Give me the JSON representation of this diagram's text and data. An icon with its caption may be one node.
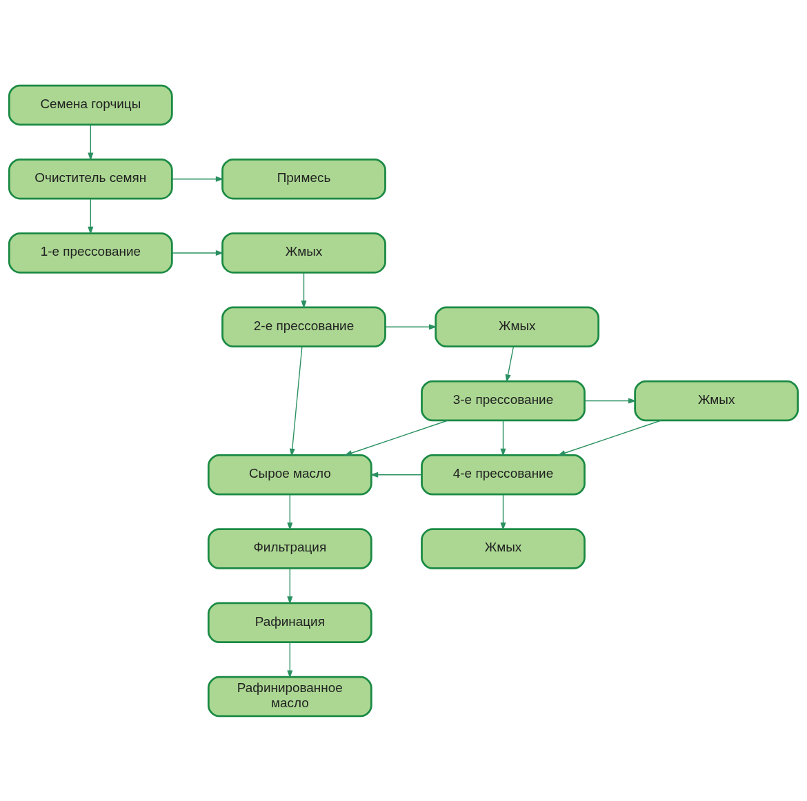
{
  "diagram": {
    "nodes": [
      {
        "text": [
          "Семена горчицы"
        ]
      },
      {
        "text": [
          "Очиститель семян"
        ]
      },
      {
        "text": [
          "Примесь"
        ]
      },
      {
        "text": [
          "1-е прессование"
        ]
      },
      {
        "text": [
          "Жмых"
        ]
      },
      {
        "text": [
          "2-е прессование"
        ]
      },
      {
        "text": [
          "Жмых"
        ]
      },
      {
        "text": [
          "3-е прессование"
        ]
      },
      {
        "text": [
          "Жмых"
        ]
      },
      {
        "text": [
          "Сырое масло"
        ]
      },
      {
        "text": [
          "4-е прессование"
        ]
      },
      {
        "text": [
          "Фильтрация"
        ]
      },
      {
        "text": [
          "Жмых"
        ]
      },
      {
        "text": [
          "Рафинация"
        ]
      },
      {
        "text": [
          "Рафинированное масло"
        ]
      }
    ],
    "edges": [
      {
        "from": 0,
        "to": 1,
        "arrow": "to"
      },
      {
        "from": 1,
        "to": 2,
        "arrow": "to"
      },
      {
        "from": 1,
        "to": 3,
        "arrow": "to"
      },
      {
        "from": 3,
        "to": 4,
        "arrow": "to"
      },
      {
        "from": 4,
        "to": 5,
        "arrow": "to"
      },
      {
        "from": 5,
        "to": 6,
        "arrow": "to"
      },
      {
        "from": 5,
        "to": 9,
        "arrow": "to"
      },
      {
        "from": 6,
        "to": 7,
        "arrow": "to"
      },
      {
        "from": 7,
        "to": 8,
        "arrow": "to"
      },
      {
        "from": 7,
        "to": 9,
        "arrow": "to"
      },
      {
        "from": 7,
        "to": 10,
        "arrow": "to"
      },
      {
        "from": 8,
        "to": 10,
        "arrow": "to"
      },
      {
        "from": 10,
        "to": 9,
        "arrow": "to"
      },
      {
        "from": 10,
        "to": 12,
        "arrow": "to"
      },
      {
        "from": 9,
        "to": 11,
        "arrow": "to"
      },
      {
        "from": 11,
        "to": 13,
        "arrow": "to"
      },
      {
        "from": 13,
        "to": 14,
        "arrow": "to"
      }
    ]
  }
}
